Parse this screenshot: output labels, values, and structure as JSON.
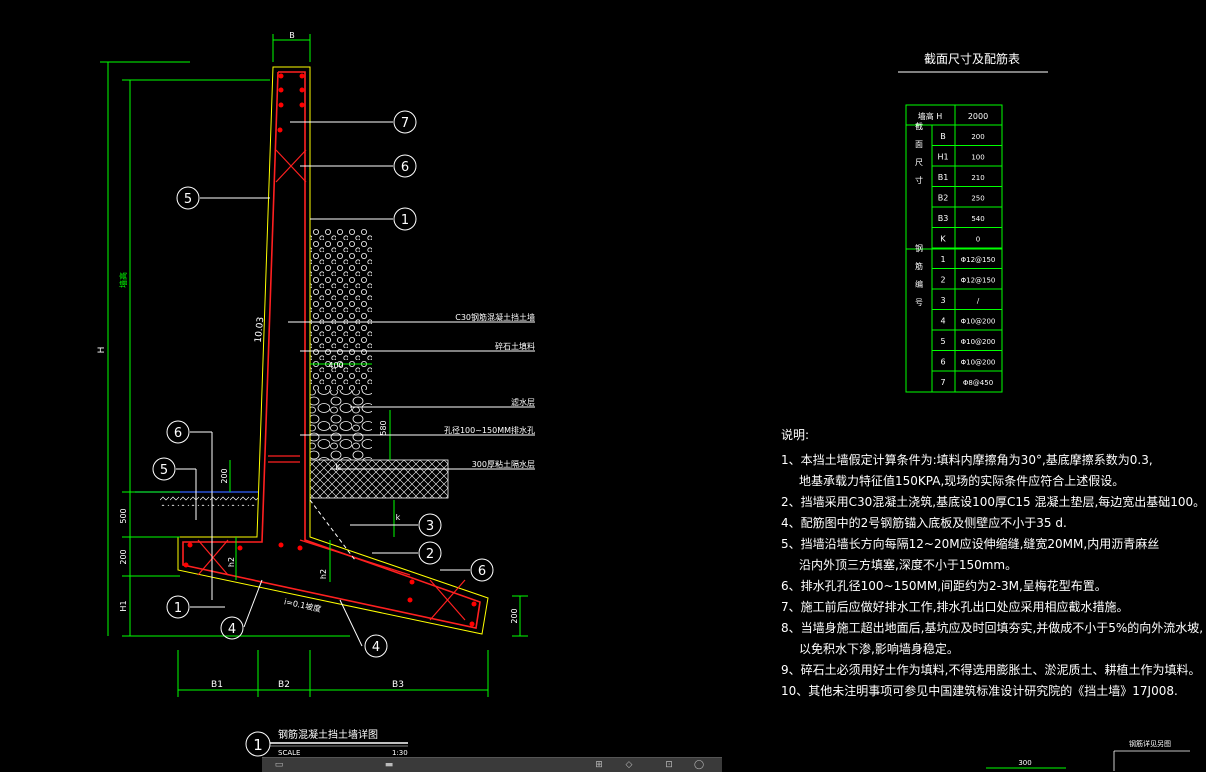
{
  "drawing": {
    "dim_B": "B",
    "dim_H": "H",
    "dim_H_label_green": "墙高",
    "dim_500": "500",
    "dim_200a": "200",
    "dim_H1": "H1",
    "dim_200b": "200",
    "dim_200c": "200",
    "dim_400": "400",
    "dim_580": "580",
    "dim_k": "K",
    "dim_k2": "k",
    "dim_h2": "h2",
    "dim_B1": "B1",
    "dim_B2": "B2",
    "dim_B3": "B3",
    "slope_wall": "10.03",
    "slope_base": "i=0.1坡度",
    "label_c30": "C30钢筋混凝土挡土墙",
    "label_gravel": "碎石土填料",
    "label_filter": "滤水层",
    "label_drain": "孔径100~150MM排水孔",
    "label_cushion": "300厚粘土隔水层",
    "callouts": [
      "7",
      "6",
      "1",
      "5",
      "6",
      "5",
      "3",
      "2",
      "6",
      "1",
      "4",
      "4"
    ],
    "title": "钢筋混凝土挡土墙详图",
    "title_num": "1",
    "scale_label": "SCALE",
    "scale_value": "1:30"
  },
  "table": {
    "title": "截面尺寸及配筋表",
    "header_label": "墙高 H",
    "header_value": "2000",
    "group1_label": "截面尺寸",
    "group2_label": "钢筋编号",
    "rows": [
      {
        "k": "B",
        "v": "200"
      },
      {
        "k": "H1",
        "v": "100"
      },
      {
        "k": "B1",
        "v": "210"
      },
      {
        "k": "B2",
        "v": "250"
      },
      {
        "k": "B3",
        "v": "540"
      },
      {
        "k": "K",
        "v": "0"
      },
      {
        "k": "1",
        "v": "Φ12@150"
      },
      {
        "k": "2",
        "v": "Φ12@150"
      },
      {
        "k": "3",
        "v": "/"
      },
      {
        "k": "4",
        "v": "Φ10@200"
      },
      {
        "k": "5",
        "v": "Φ10@200"
      },
      {
        "k": "6",
        "v": "Φ10@200"
      },
      {
        "k": "7",
        "v": "Φ8@450"
      }
    ]
  },
  "notes": {
    "title": "说明:",
    "lines": [
      "1、本挡土墙假定计算条件为:填料内摩擦角为30°,基底摩擦系数为0.3,",
      "地基承载力特征值150KPA,现场的实际条件应符合上述假设。",
      "2、挡墙采用C30混凝土浇筑,基底设100厚C15 混凝土垫层,每边宽出基础100。",
      "4、配筋图中的2号钢筋锚入底板及侧壁应不小于35 d.",
      "5、挡墙沿墙长方向每隔12~20M应设伸缩缝,缝宽20MM,内用沥青麻丝",
      "沿内外顶三方填塞,深度不小于150mm。",
      "6、排水孔孔径100~150MM,间距约为2-3M,呈梅花型布置。",
      "7、施工前后应做好排水工作,排水孔出口处应采用相应截水措施。",
      "8、当墙身施工超出地面后,基坑应及时回填夯实,并做成不小于5%的向外流水坡,",
      "以免积水下渗,影响墙身稳定。",
      "9、碎石土必须用好土作为填料,不得选用膨胀土、淤泥质土、耕植土作为填料。",
      "10、其他未注明事项可参见中国建筑标准设计研究院的《挡土墙》17J008."
    ],
    "indent": [
      false,
      true,
      false,
      false,
      false,
      true,
      false,
      false,
      false,
      true,
      false,
      false
    ]
  },
  "corner": {
    "label": "钢筋详见另图",
    "dim": "300"
  },
  "colors": {
    "background": "#000000",
    "wall_outline": "#ff2020",
    "dims": "#00ff00",
    "leaders": "#ffffff",
    "yellow": "#ffff00",
    "rebar_dots": "#ff0000"
  }
}
